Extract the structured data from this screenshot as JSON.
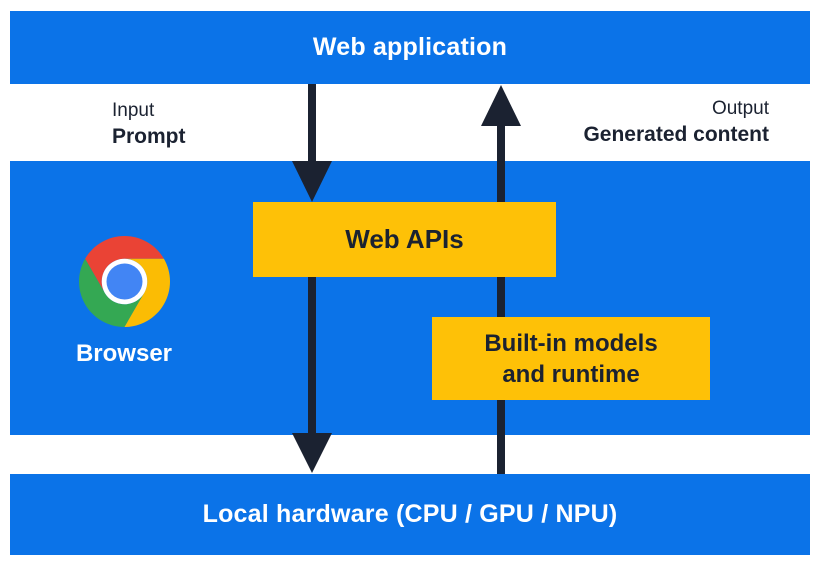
{
  "layers": {
    "web_application": "Web application",
    "local_hardware": "Local hardware (CPU / GPU / NPU)"
  },
  "io": {
    "input_caption": "Input",
    "input_value": "Prompt",
    "output_caption": "Output",
    "output_value": "Generated content"
  },
  "browser": {
    "label": "Browser",
    "icon": "chrome-icon"
  },
  "boxes": {
    "web_apis": "Web APIs",
    "builtin_line1": "Built-in models",
    "builtin_line2": "and runtime"
  },
  "arrows": {
    "down": "prompt-flow-down-arrow",
    "up": "generated-content-up-arrow"
  },
  "colors": {
    "band_blue": "#0b73e8",
    "box_yellow": "#fec107",
    "arrow_navy": "#1b2231",
    "text_on_blue": "#ffffff",
    "text_dark": "#1b2231",
    "chrome_red": "#ea4335",
    "chrome_yellow": "#fbbc04",
    "chrome_green": "#34a853",
    "chrome_blue": "#4285f4",
    "chrome_ring": "#ffffff"
  }
}
